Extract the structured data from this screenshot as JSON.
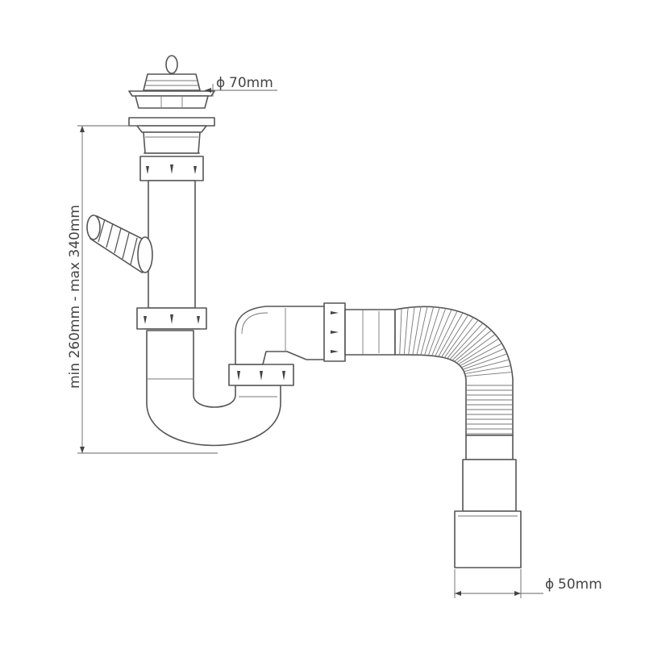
{
  "dimensions": {
    "basket_diameter": "70mm",
    "outlet_diameter": "50mm",
    "height_range": "min 260mm - max 340mm",
    "diameter_symbol": "ϕ"
  }
}
